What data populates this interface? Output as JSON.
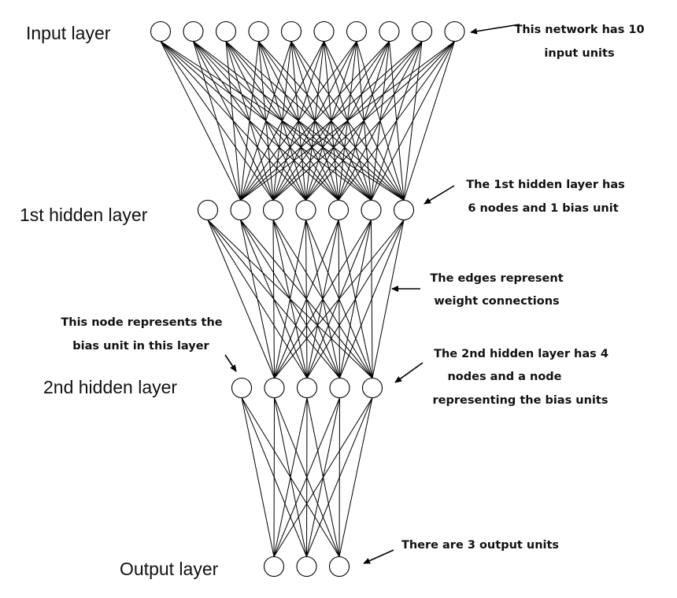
{
  "layers": [
    {
      "id": "input",
      "label": "Input layer",
      "nodes": 10
    },
    {
      "id": "hidden1",
      "label": "1st hidden layer",
      "nodes": 7
    },
    {
      "id": "hidden2",
      "label": "2nd hidden layer",
      "nodes": 5
    },
    {
      "id": "output",
      "label": "Output layer",
      "nodes": 3
    }
  ],
  "annotations": {
    "input_units": [
      "This network has 10",
      "input units"
    ],
    "hidden1": [
      "The 1st hidden layer has",
      "6 nodes and 1 bias unit"
    ],
    "edges": [
      "The edges represent",
      "weight connections"
    ],
    "bias": [
      "This node represents the",
      "bias unit in this layer"
    ],
    "hidden2": [
      "The 2nd hidden layer has 4",
      "nodes and a node",
      "representing the bias units"
    ],
    "output": [
      "There are 3 output units"
    ]
  }
}
